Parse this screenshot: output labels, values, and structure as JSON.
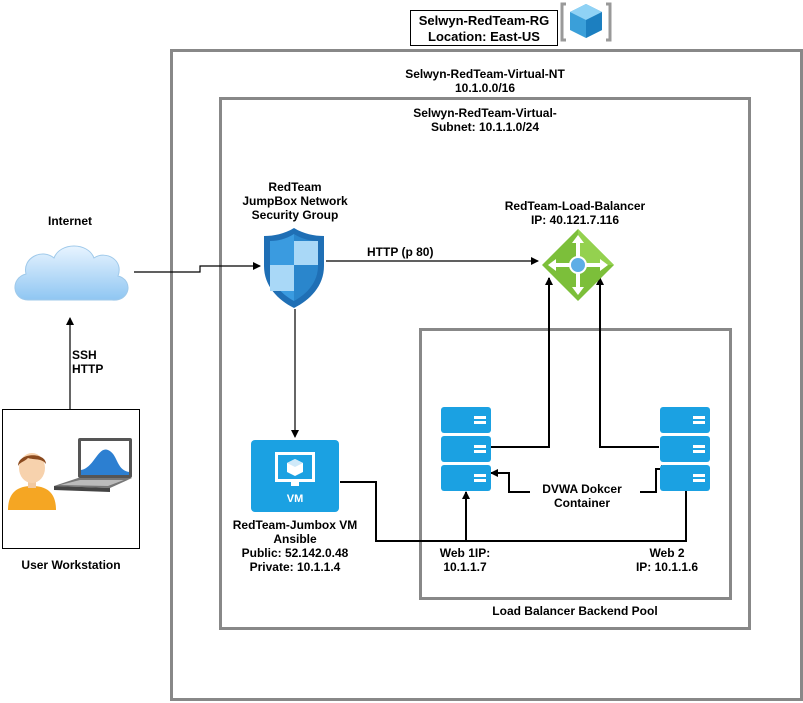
{
  "resource_group": {
    "name": "Selwyn-RedTeam-RG",
    "location": "Location: East-US"
  },
  "vnet": {
    "name": "Selwyn-RedTeam-Virtual-NT",
    "cidr": "10.1.0.0/16"
  },
  "subnet": {
    "name": "Selwyn-RedTeam-Virtual-",
    "cidr": "Subnet: 10.1.1.0/24"
  },
  "internet": {
    "label": "Internet"
  },
  "nsg": {
    "line1": "RedTeam",
    "line2": "JumpBox Network",
    "line3": "Security Group"
  },
  "load_balancer": {
    "name": "RedTeam-Load-Balancer",
    "ip": "IP: 40.121.7.116"
  },
  "http_link": {
    "label": "HTTP (p 80)"
  },
  "ssh_link": {
    "line1": "SSH",
    "line2": "HTTP"
  },
  "workstation": {
    "label": "User Workstation"
  },
  "jumpbox": {
    "icon_text": "VM",
    "line1": "RedTeam-Jumbox VM",
    "line2": "Ansible",
    "line3": "Public: 52.142.0.48",
    "line4": "Private: 10.1.1.4"
  },
  "backend_pool": {
    "label": "Load Balancer Backend Pool"
  },
  "web1": {
    "line1": "Web 1IP:",
    "line2": "10.1.1.7"
  },
  "web2": {
    "line1": "Web 2",
    "line2": "IP: 10.1.1.6"
  },
  "container": {
    "line1": "DVWA Dokcer",
    "line2": "Container"
  },
  "colors": {
    "azure_blue": "#1ba1e2",
    "border_gray": "#888888",
    "lb_green": "#7cbf3a",
    "nsg_blue": "#2b7cd3"
  }
}
